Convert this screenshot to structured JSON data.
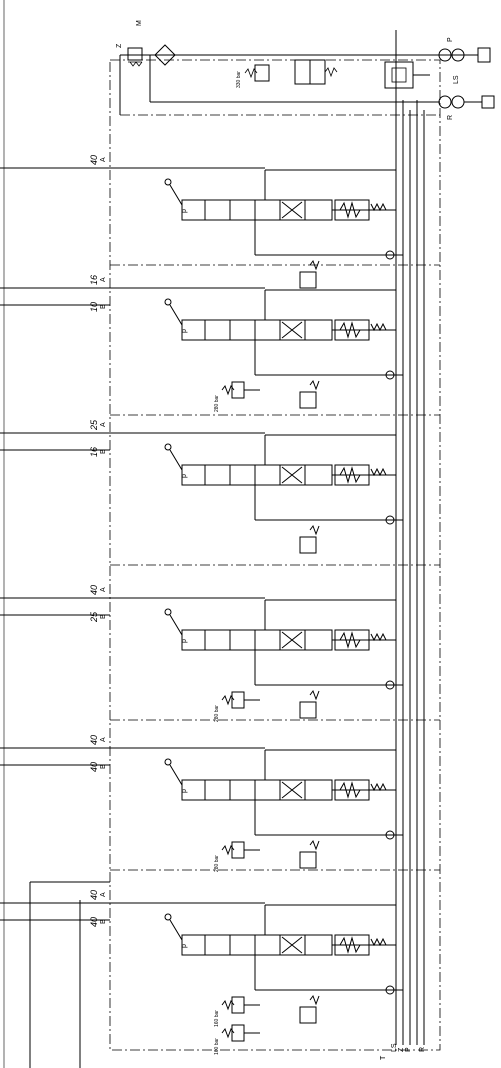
{
  "ports": {
    "P": "P",
    "R": "R",
    "LS": "LS",
    "T": "T",
    "M": "M",
    "Z": "Z",
    "bottom": [
      "T",
      "LS",
      "Z",
      "P",
      "R"
    ]
  },
  "relief_main": "330 bar",
  "sections": [
    {
      "flow_top": "40",
      "flow_bottom": "",
      "letter_top": "A",
      "letter_bottom": "",
      "relief": []
    },
    {
      "flow_top": "16",
      "flow_bottom": "10",
      "letter_top": "A",
      "letter_bottom": "B",
      "relief": [
        "280 bar"
      ]
    },
    {
      "flow_top": "25",
      "flow_bottom": "16",
      "letter_top": "A",
      "letter_bottom": "B",
      "relief": []
    },
    {
      "flow_top": "40",
      "flow_bottom": "25",
      "letter_top": "A",
      "letter_bottom": "B",
      "relief": [
        "280 bar"
      ]
    },
    {
      "flow_top": "40",
      "flow_bottom": "40",
      "letter_top": "A",
      "letter_bottom": "B",
      "relief": [
        "280 bar"
      ]
    },
    {
      "flow_top": "40",
      "flow_bottom": "40",
      "letter_top": "A",
      "letter_bottom": "B",
      "relief": [
        "160 bar",
        "160 bar"
      ]
    }
  ],
  "spool_label": "p",
  "colors": {
    "line": "#000000",
    "background": "#ffffff"
  }
}
